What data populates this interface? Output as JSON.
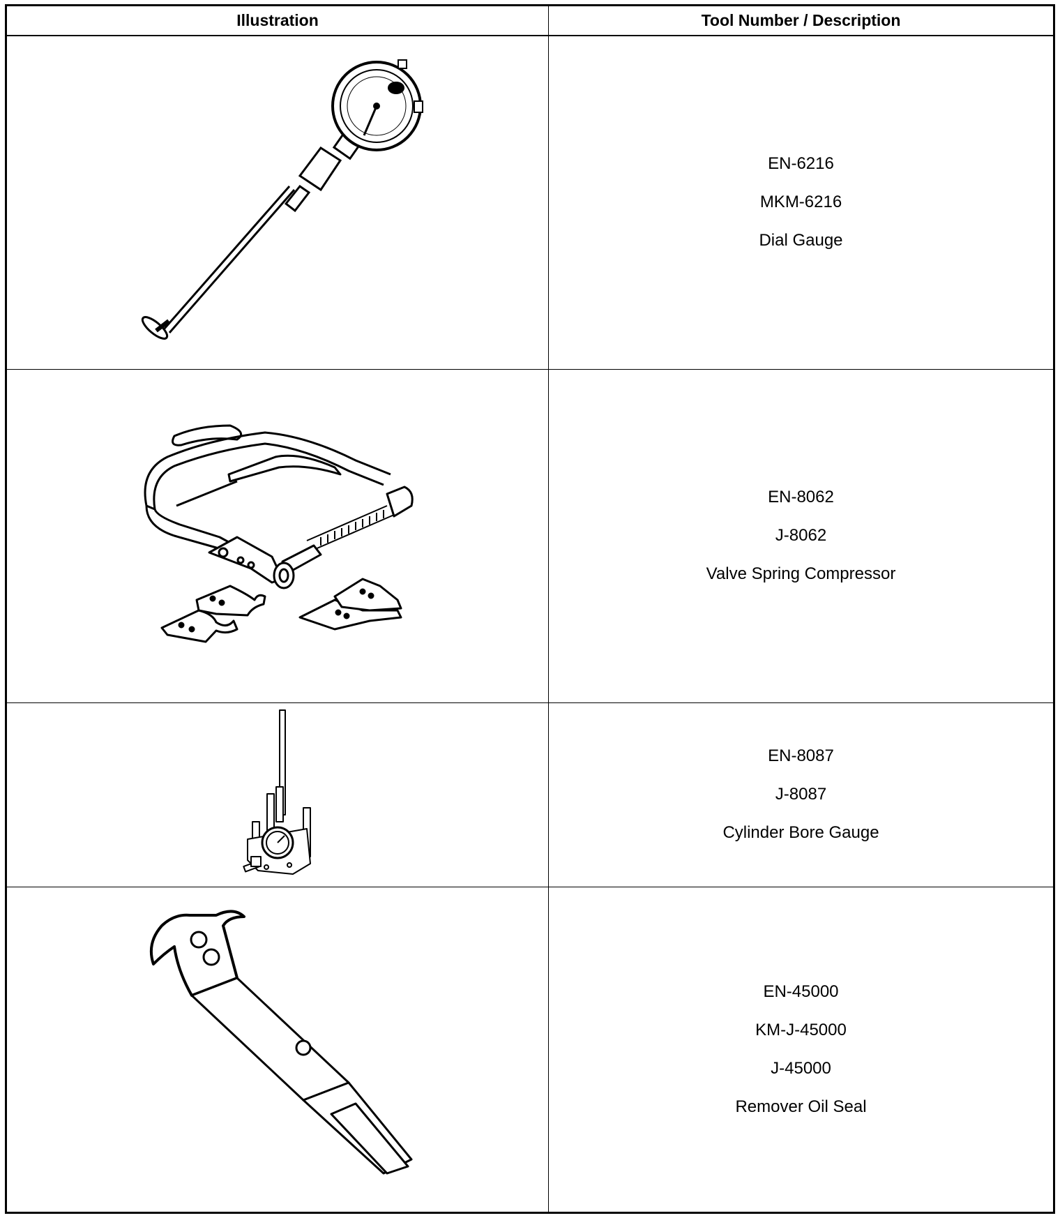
{
  "table": {
    "headers": {
      "illustration": "Illustration",
      "description": "Tool Number / Description"
    },
    "rows": [
      {
        "lines": [
          "EN-6216",
          "MKM-6216",
          "Dial Gauge"
        ],
        "icon": "dial-gauge-icon"
      },
      {
        "lines": [
          "EN-8062",
          "J-8062",
          "Valve Spring Compressor"
        ],
        "icon": "valve-spring-compressor-icon"
      },
      {
        "lines": [
          "EN-8087",
          "J-8087",
          "Cylinder Bore Gauge"
        ],
        "icon": "cylinder-bore-gauge-icon"
      },
      {
        "lines": [
          "EN-45000",
          "KM-J-45000",
          "J-45000",
          "Remover Oil Seal"
        ],
        "icon": "oil-seal-remover-icon"
      }
    ]
  }
}
